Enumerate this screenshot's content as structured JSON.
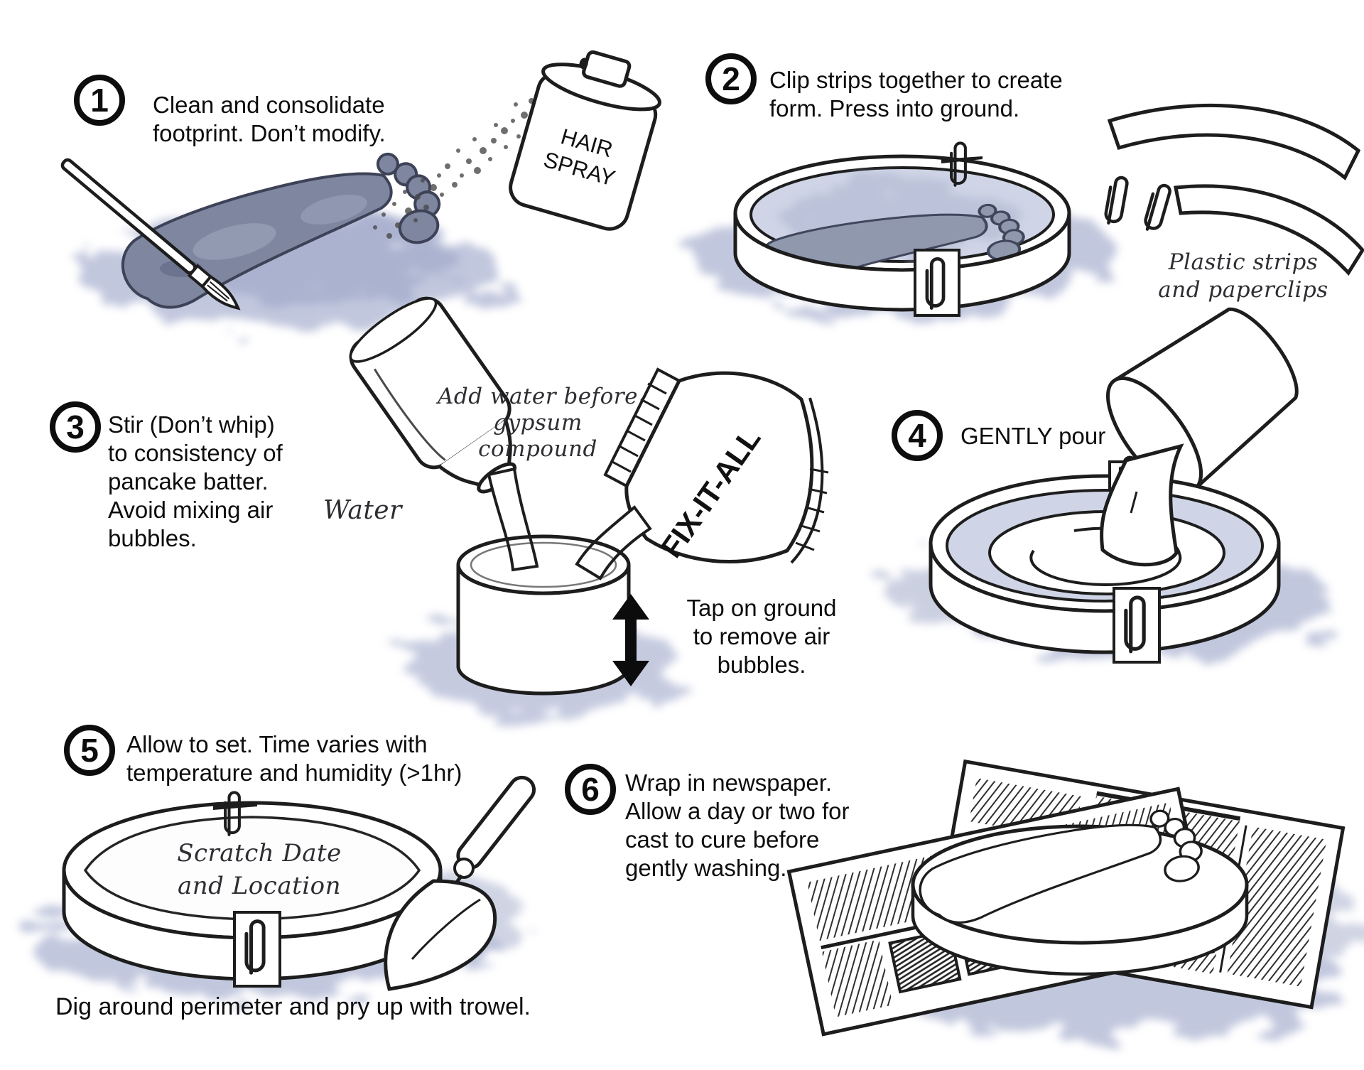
{
  "page": {
    "background": "#ffffff",
    "ink": "#1d1d1d",
    "ground_color": "#b7bed8",
    "footprint_color": "#7e86a0"
  },
  "steps": [
    {
      "num": "1",
      "lines": [
        "Clean and consolidate",
        "footprint. Don’t modify."
      ]
    },
    {
      "num": "2",
      "lines": [
        "Clip strips together to create",
        "form. Press into ground."
      ]
    },
    {
      "num": "3",
      "lines": [
        "Stir (Don’t whip)",
        "to consistency of",
        "pancake batter.",
        "Avoid mixing air",
        "bubbles."
      ]
    },
    {
      "num": "4",
      "lines": [
        "GENTLY pour"
      ]
    },
    {
      "num": "5",
      "lines": [
        "Allow to set. Time varies with",
        "temperature and humidity (>1hr)"
      ]
    },
    {
      "num": "6",
      "lines": [
        "Wrap in newspaper.",
        "Allow a day or two for",
        "cast to cure before",
        "gently washing."
      ]
    }
  ],
  "annotations": {
    "hair_spray": [
      "HAIR",
      "SPRAY"
    ],
    "plastic_strips": [
      "Plastic strips",
      "and paperclips"
    ],
    "add_water": [
      "Add water before",
      "gypsum",
      "compound"
    ],
    "water": "Water",
    "fix_it_all": "FIX-IT-ALL",
    "tap_ground": [
      "Tap on ground",
      "to remove air",
      "bubbles."
    ],
    "scratch": [
      "Scratch Date",
      "and Location"
    ],
    "dig": "Dig around perimeter and pry up with trowel."
  }
}
